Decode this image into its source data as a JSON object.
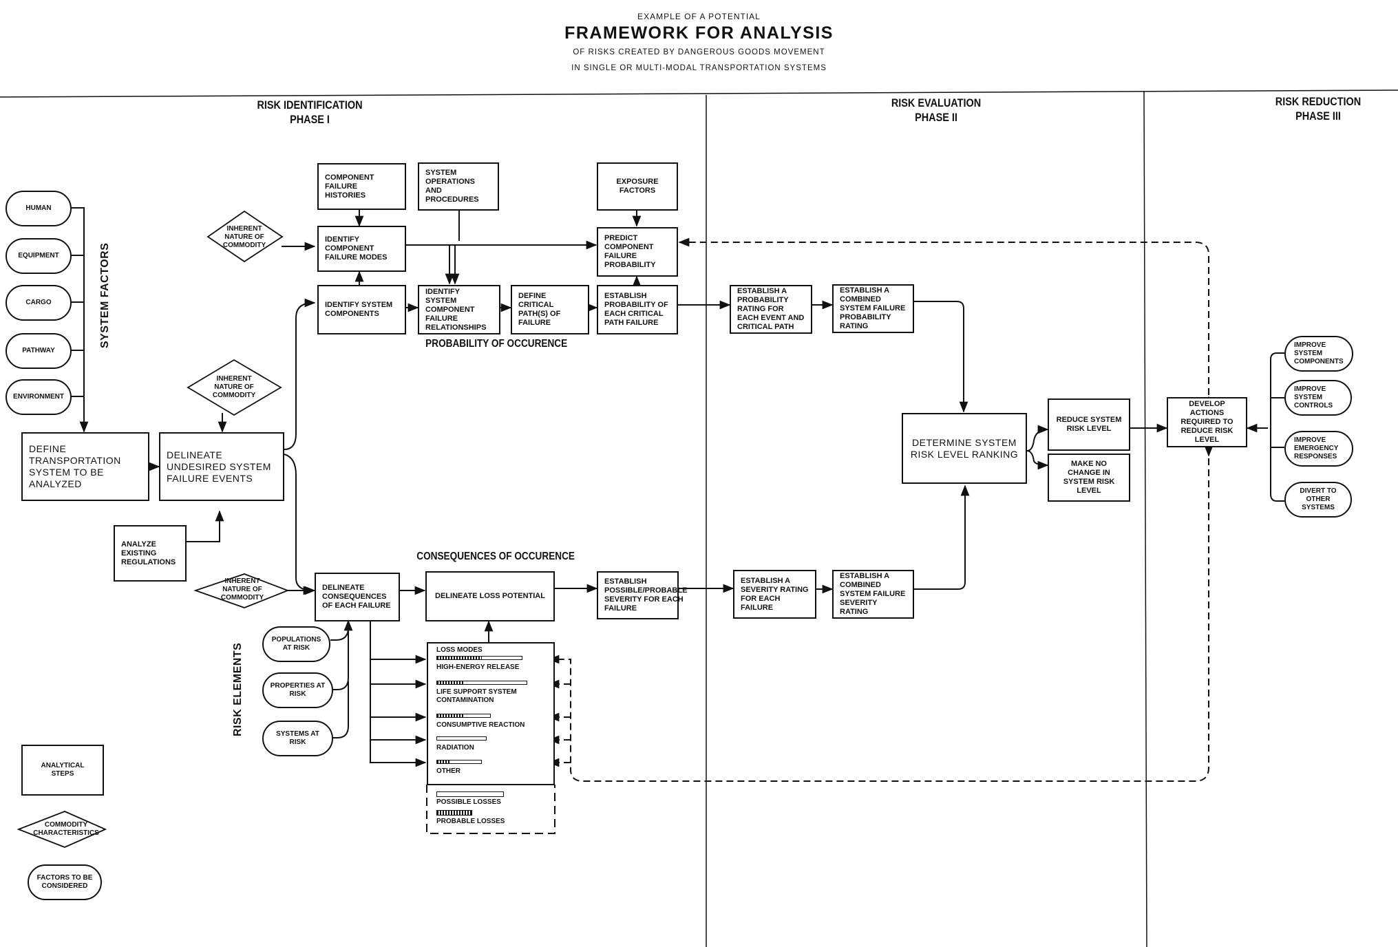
{
  "header": {
    "pretitle": "EXAMPLE OF A POTENTIAL",
    "title": "FRAMEWORK FOR ANALYSIS",
    "subtitle1": "OF RISKS CREATED BY DANGEROUS GOODS MOVEMENT",
    "subtitle2": "IN SINGLE OR MULTI-MODAL TRANSPORTATION SYSTEMS"
  },
  "phases": {
    "p1": {
      "line1": "RISK IDENTIFICATION",
      "line2": "PHASE I"
    },
    "p2": {
      "line1": "RISK EVALUATION",
      "line2": "PHASE II"
    },
    "p3": {
      "line1": "RISK REDUCTION",
      "line2": "PHASE III"
    }
  },
  "system_factors": {
    "label": "SYSTEM FACTORS",
    "items": [
      "HUMAN",
      "EQUIPMENT",
      "CARGO",
      "PATHWAY",
      "ENVIRONMENT"
    ]
  },
  "boxes": {
    "define_system": "DEFINE TRANSPORTATION SYSTEM TO BE ANALYZED",
    "delineate_undesired": "DELINEATE UNDESIRED SYSTEM FAILURE EVENTS",
    "analyze_regulations": "ANALYZE EXISTING REGULATIONS",
    "component_histories": "COMPONENT FAILURE HISTORIES",
    "system_operations": "SYSTEM OPERATIONS AND PROCEDURES",
    "exposure_factors": "EXPOSURE FACTORS",
    "identify_failure_modes": "IDENTIFY COMPONENT FAILURE MODES",
    "predict_probability": "PREDICT COMPONENT FAILURE PROBABILITY",
    "identify_components": "IDENTIFY SYSTEM COMPONENTS",
    "identify_relationships": "IDENTIFY SYSTEM COMPONENT FAILURE RELATIONSHIPS",
    "define_critical_paths": "DEFINE CRITICAL PATH(S) OF FAILURE",
    "establish_path_probability": "ESTABLISH PROBABILITY OF EACH CRITICAL PATH FAILURE",
    "probability_rating": "ESTABLISH A PROBABILITY RATING FOR EACH EVENT AND CRITICAL PATH",
    "combined_probability": "ESTABLISH A COMBINED SYSTEM FAILURE PROBABILITY RATING",
    "determine_ranking": "DETERMINE SYSTEM RISK LEVEL RANKING",
    "reduce_risk": "REDUCE SYSTEM RISK LEVEL",
    "no_change": "MAKE NO CHANGE IN SYSTEM RISK LEVEL",
    "develop_actions": "DEVELOP ACTIONS REQUIRED TO REDUCE RISK LEVEL",
    "delineate_consequences": "DELINEATE CONSEQUENCES OF EACH FAILURE",
    "delineate_loss": "DELINEATE LOSS POTENTIAL",
    "establish_severity": "ESTABLISH POSSIBLE/PROBABLE SEVERITY FOR EACH FAILURE",
    "severity_rating": "ESTABLISH A SEVERITY RATING FOR EACH FAILURE",
    "combined_severity": "ESTABLISH A COMBINED SYSTEM FAILURE SEVERITY RATING"
  },
  "commodity": {
    "top": "INHERENT NATURE OF COMMODITY",
    "middle": "INHERENT NATURE OF COMMODITY",
    "bottom": "INHERENT NATURE OF COMMODITY"
  },
  "reductions": [
    "IMPROVE SYSTEM COMPONENTS",
    "IMPROVE SYSTEM CONTROLS",
    "IMPROVE EMERGENCY RESPONSES",
    "DIVERT TO OTHER SYSTEMS"
  ],
  "labels": {
    "probability": "PROBABILITY OF OCCURENCE",
    "consequences": "CONSEQUENCES OF OCCURENCE",
    "risk_elements": "RISK ELEMENTS"
  },
  "risk_elements": [
    "POPULATIONS AT RISK",
    "PROPERTIES AT RISK",
    "SYSTEMS AT RISK"
  ],
  "loss_modes": {
    "title": "LOSS MODES",
    "items": [
      {
        "label": "HIGH-ENERGY RELEASE",
        "possible": 0.95,
        "probable": 0.5
      },
      {
        "label": "LIFE SUPPORT SYSTEM CONTAMINATION",
        "possible": 1.0,
        "probable": 0.3
      },
      {
        "label": "CONSUMPTIVE REACTION",
        "possible": 0.6,
        "probable": 0.3
      },
      {
        "label": "RADIATION",
        "possible": 0.55,
        "probable": 0.0
      },
      {
        "label": "OTHER",
        "possible": 0.5,
        "probable": 0.16
      }
    ],
    "legend_possible": "POSSIBLE LOSSES",
    "legend_probable": "PROBABLE LOSSES"
  },
  "key": {
    "steps": "ANALYTICAL STEPS",
    "commodity": "COMMODITY CHARACTERISTICS",
    "factors": "FACTORS TO BE CONSIDERED"
  }
}
